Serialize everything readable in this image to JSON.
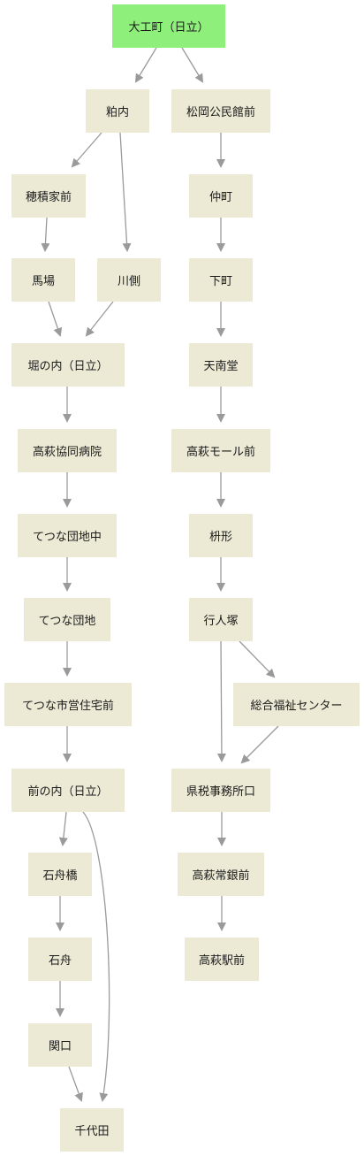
{
  "colors": {
    "root": "#8ef07a",
    "node": "#ece9d5",
    "edge": "#9a9a9a"
  },
  "nodes": {
    "n0": "大工町（日立）",
    "n1": "粕内",
    "n2": "松岡公民館前",
    "n3": "穂積家前",
    "n4": "川側",
    "n5": "馬場",
    "n6": "堀の内（日立）",
    "n7": "高萩協同病院",
    "n8": "てつな団地中",
    "n9": "てつな団地",
    "n10": "てつな市営住宅前",
    "n11": "前の内（日立）",
    "n12": "石舟橋",
    "n13": "石舟",
    "n14": "関口",
    "n15": "千代田",
    "n16": "仲町",
    "n17": "下町",
    "n18": "天南堂",
    "n19": "高萩モール前",
    "n20": "枡形",
    "n21": "行人塚",
    "n22": "総合福祉センター",
    "n23": "県税事務所口",
    "n24": "高萩常銀前",
    "n25": "高萩駅前"
  },
  "edges": [
    [
      "n0",
      "n1"
    ],
    [
      "n0",
      "n2"
    ],
    [
      "n1",
      "n3"
    ],
    [
      "n1",
      "n4"
    ],
    [
      "n3",
      "n5"
    ],
    [
      "n5",
      "n6"
    ],
    [
      "n4",
      "n6"
    ],
    [
      "n6",
      "n7"
    ],
    [
      "n7",
      "n8"
    ],
    [
      "n8",
      "n9"
    ],
    [
      "n9",
      "n10"
    ],
    [
      "n10",
      "n11"
    ],
    [
      "n11",
      "n12"
    ],
    [
      "n11",
      "n15"
    ],
    [
      "n12",
      "n13"
    ],
    [
      "n13",
      "n14"
    ],
    [
      "n14",
      "n15"
    ],
    [
      "n2",
      "n16"
    ],
    [
      "n16",
      "n17"
    ],
    [
      "n17",
      "n18"
    ],
    [
      "n18",
      "n19"
    ],
    [
      "n19",
      "n20"
    ],
    [
      "n20",
      "n21"
    ],
    [
      "n21",
      "n22"
    ],
    [
      "n21",
      "n23"
    ],
    [
      "n22",
      "n23"
    ],
    [
      "n23",
      "n24"
    ],
    [
      "n24",
      "n25"
    ]
  ]
}
